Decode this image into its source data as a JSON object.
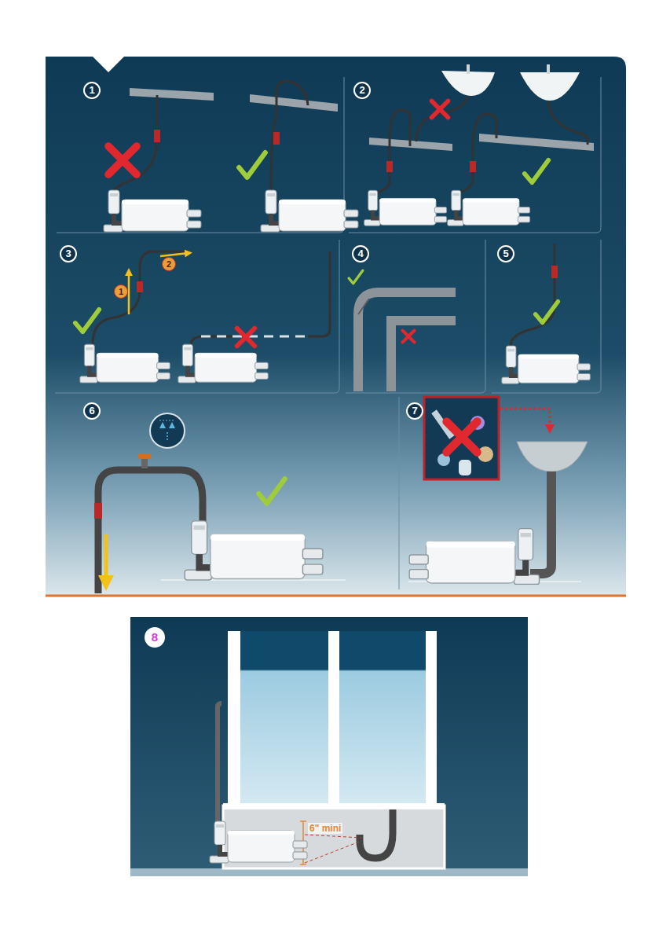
{
  "diagram": {
    "labels": [
      "1",
      "2",
      "3",
      "1",
      "2",
      "4",
      "5",
      "6",
      "7",
      "8",
      "6\" mini"
    ]
  }
}
